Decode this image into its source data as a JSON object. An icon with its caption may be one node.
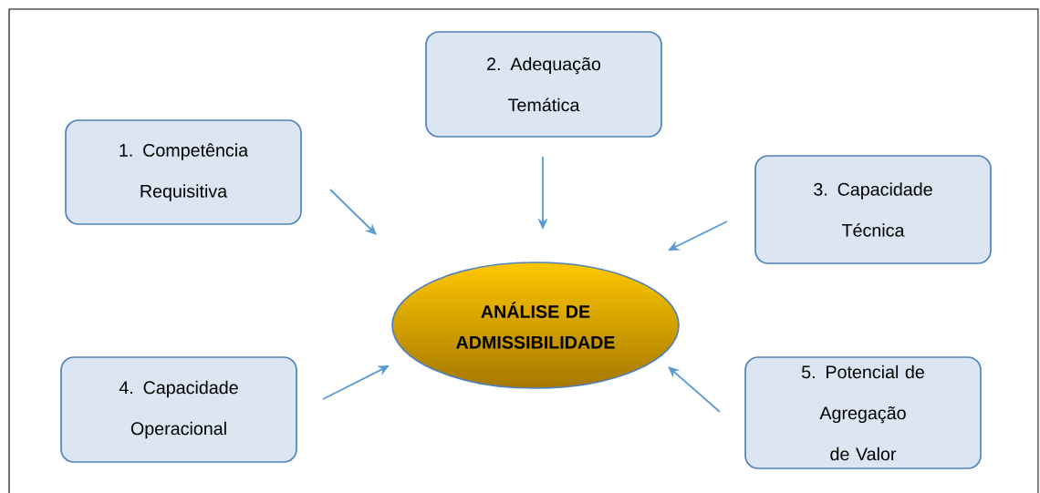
{
  "diagram": {
    "nodes": [
      {
        "text": [
          "1. Competência Requisitiva"
        ]
      },
      {
        "text": [
          "2. Adequação Temática"
        ]
      },
      {
        "text": [
          "3. Capacidade Técnica"
        ]
      },
      {
        "text": [
          "4. Capacidade Operacional"
        ]
      },
      {
        "text": [
          "5. Potencial de Agregação de Valor"
        ]
      },
      {
        "text": [
          "ANÁLISE DE ADMISSIBILIDADE"
        ]
      }
    ],
    "edges": [
      {
        "from": 0,
        "to": 5,
        "arrow": "to"
      },
      {
        "from": 1,
        "to": 5,
        "arrow": "to"
      },
      {
        "from": 2,
        "to": 5,
        "arrow": "to"
      },
      {
        "from": 3,
        "to": 5,
        "arrow": "to"
      },
      {
        "from": 4,
        "to": 5,
        "arrow": "to"
      }
    ]
  }
}
